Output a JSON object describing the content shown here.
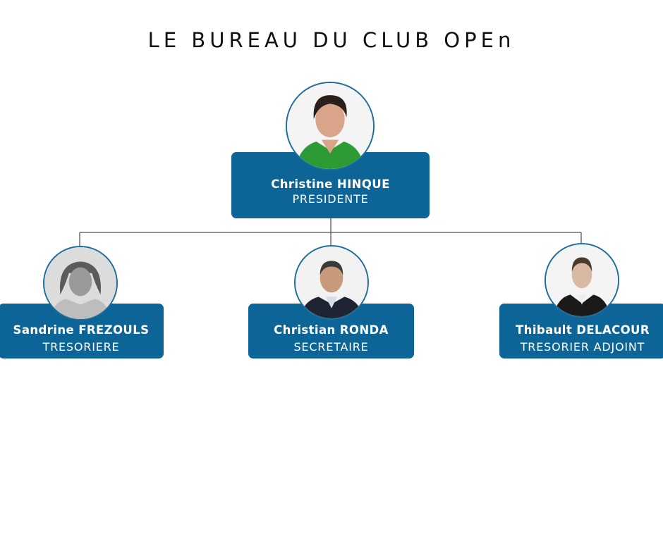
{
  "title": "LE BUREAU DU CLUB OPEn",
  "colors": {
    "card": "#0d6496",
    "connector": "#555555",
    "avatar_ring": "#1b6e9c"
  },
  "president": {
    "name": "Christine HINQUE",
    "role": "PRESIDENTE",
    "photo_icon": "portrait-photo"
  },
  "members": [
    {
      "name": "Sandrine FREZOULS",
      "role": "TRESORIERE",
      "photo_icon": "portrait-photo"
    },
    {
      "name": "Christian RONDA",
      "role": "SECRETAIRE",
      "photo_icon": "portrait-photo"
    },
    {
      "name": "Thibault DELACOUR",
      "role": "TRESORIER ADJOINT",
      "photo_icon": "portrait-photo"
    }
  ]
}
